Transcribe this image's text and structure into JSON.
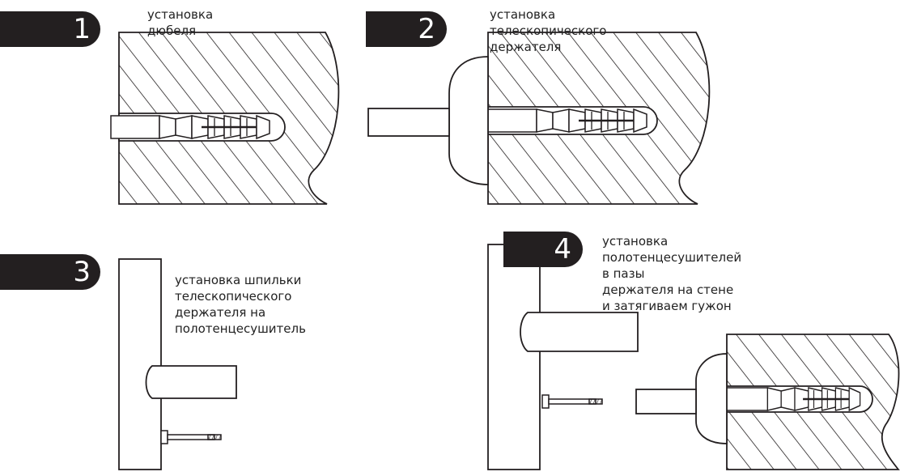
{
  "steps": [
    {
      "number": "1",
      "caption": "установка дюбеля"
    },
    {
      "number": "2",
      "caption": "установка телескопического держателя"
    },
    {
      "number": "3",
      "caption": "установка шпильки телескопического\nдержателя на полотенцесушитель"
    },
    {
      "number": "4",
      "caption": "установка полотенцесушителей в пазы\nдержателя на стене и затягиваем гужон"
    }
  ],
  "colors": {
    "badge": "#231f20",
    "line": "#231f20"
  }
}
